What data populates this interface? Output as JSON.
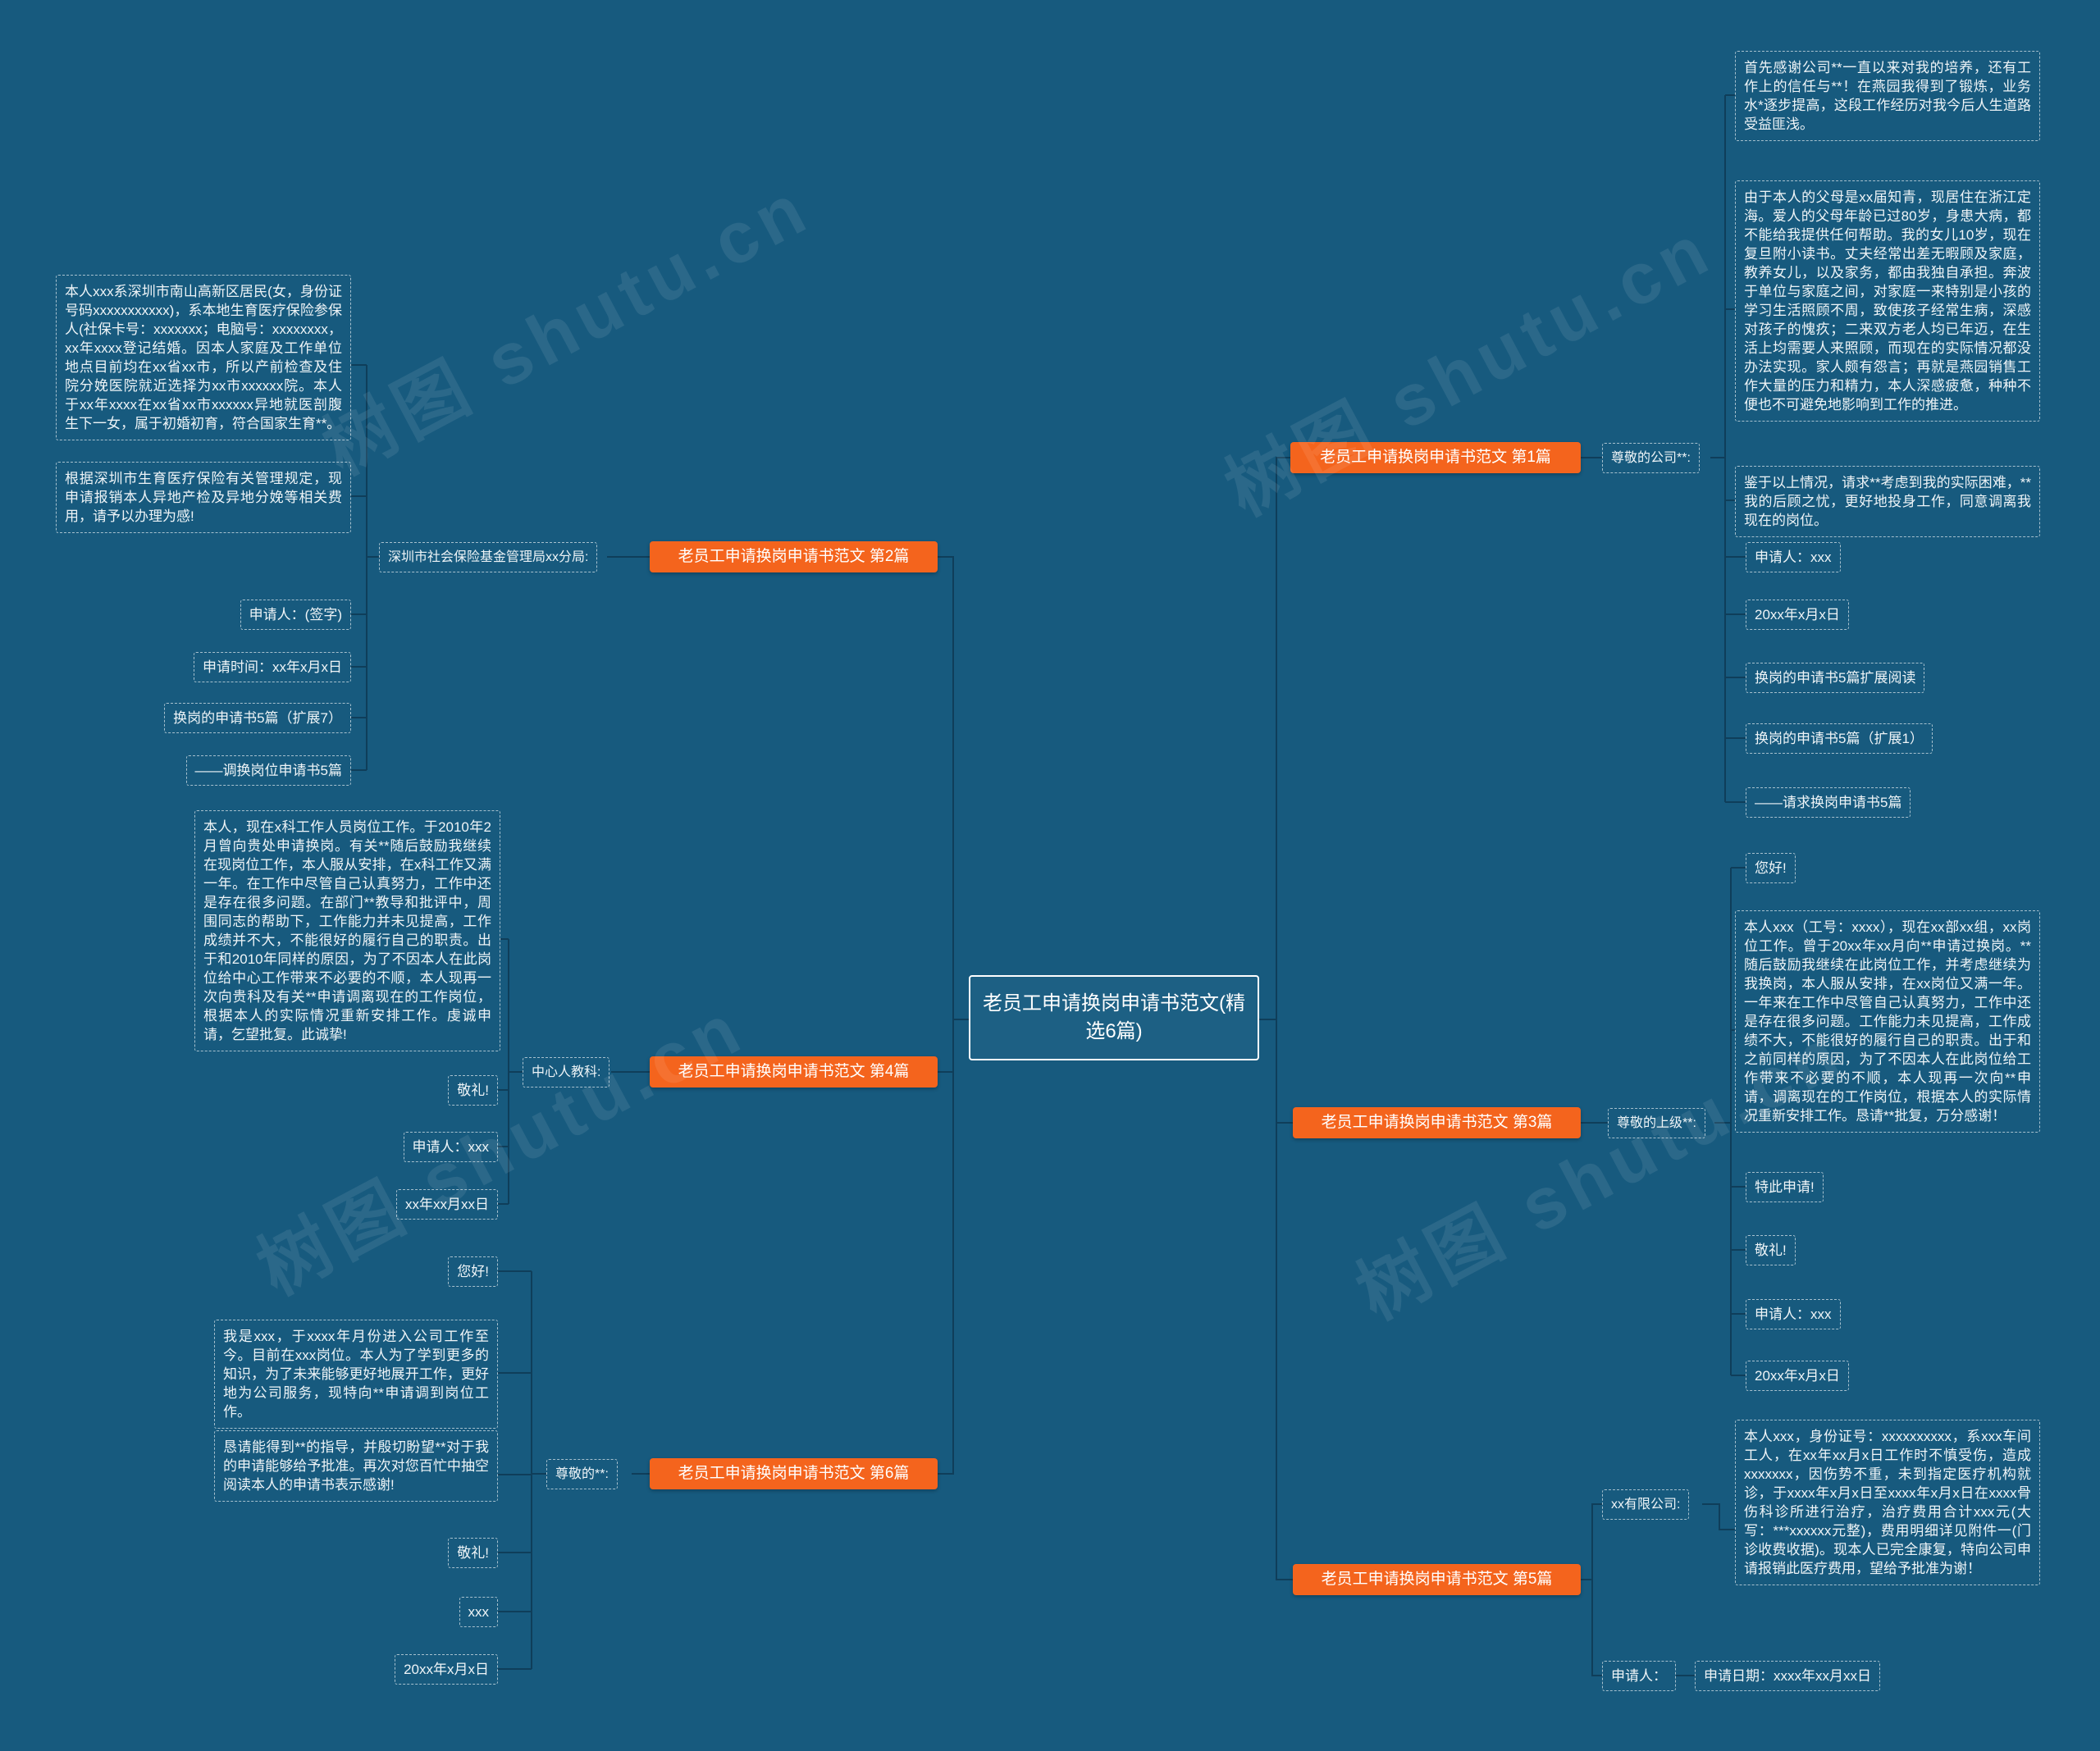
{
  "colors": {
    "background": "#175a7e",
    "accent": "#f4641d"
  },
  "watermark": "树图 shutu.cn",
  "center": {
    "title": "老员工申请换岗申请书范文(精选6篇)"
  },
  "b1": {
    "title": "老员工申请换岗申请书范文 第1篇",
    "label": "尊敬的公司**:",
    "p1": "首先感谢公司**一直以来对我的培养，还有工作上的信任与**！在燕园我得到了锻炼，业务水*逐步提高，这段工作经历对我今后人生道路受益匪浅。",
    "p2": "由于本人的父母是xx届知青，现居住在浙江定海。爱人的父母年龄已过80岁，身患大病，都不能给我提供任何帮助。我的女儿10岁，现在复旦附小读书。丈夫经常出差无暇顾及家庭，教养女儿，以及家务，都由我独自承担。奔波于单位与家庭之间，对家庭一来特别是小孩的学习生活照顾不周，致使孩子经常生病，深感对孩子的愧疚；二来双方老人均已年迈，在生活上均需要人来照顾，而现在的实际情况都没办法实现。家人颇有怨言；再就是燕园销售工作大量的压力和精力，本人深感疲惫，种种不便也不可避免地影响到工作的推进。",
    "p3": "鉴于以上情况，请求**考虑到我的实际困难，**我的后顾之忧，更好地投身工作，同意调离我现在的岗位。",
    "sign": "申请人：xxx",
    "date": "20xx年x月x日",
    "ext_read": "换岗的申请书5篇扩展阅读",
    "ext1": "换岗的申请书5篇（扩展1）",
    "ext2": "——请求换岗申请书5篇"
  },
  "b2": {
    "title": "老员工申请换岗申请书范文 第2篇",
    "label": "深圳市社会保险基金管理局xx分局:",
    "p1": "本人xxx系深圳市南山高新区居民(女，身份证号码xxxxxxxxxxx)，系本地生育医疗保险参保人(社保卡号：xxxxxxx；电脑号：xxxxxxxx，xx年xxxx登记结婚。因本人家庭及工作单位地点目前均在xx省xx市，所以产前检查及住院分娩医院就近选择为xx市xxxxxx院。本人于xx年xxxx在xx省xx市xxxxxx异地就医剖腹生下一女，属于初婚初育，符合国家生育**。",
    "p2": "根据深圳市生育医疗保险有关管理规定，现申请报销本人异地产检及异地分娩等相关费用，请予以办理为感!",
    "sign": "申请人：(签字)",
    "date": "申请时间：xx年x月x日",
    "ext1": "换岗的申请书5篇（扩展7）",
    "ext2": "——调换岗位申请书5篇"
  },
  "b3": {
    "title": "老员工申请换岗申请书范文 第3篇",
    "label": "尊敬的上级**:",
    "greeting": "您好!",
    "p1": "本人xxx（工号：xxxx），现在xx部xx组，xx岗位工作。曾于20xx年xx月向**申请过换岗。**随后鼓励我继续在此岗位工作，并考虑继续为我换岗，本人服从安排，在xx岗位又满一年。一年来在工作中尽管自己认真努力，工作中还是存在很多问题。工作能力未见提高，工作成绩不大，不能很好的履行自己的职责。出于和之前同样的原因，为了不因本人在此岗位给工作带来不必要的不顺，本人现再一次向**申请，调离现在的工作岗位，根据本人的实际情况重新安排工作。恳请**批复，万分感谢！",
    "extra": "特此申请!",
    "salute": "敬礼!",
    "sign": "申请人：xxx",
    "date": "20xx年x月x日"
  },
  "b4": {
    "title": "老员工申请换岗申请书范文 第4篇",
    "label": "中心人教科:",
    "p1": "本人，现在x科工作人员岗位工作。于2010年2月曾向贵处申请换岗。有关**随后鼓励我继续在现岗位工作，本人服从安排，在x科工作又满一年。在工作中尽管自己认真努力，工作中还是存在很多问题。在部门**教导和批评中，周围同志的帮助下，工作能力并未见提高，工作成绩并不大，不能很好的履行自己的职责。出于和2010年同样的原因，为了不因本人在此岗位给中心工作带来不必要的不顺，本人现再一次向贵科及有关**申请调离现在的工作岗位，根据本人的实际情况重新安排工作。虔诚申请，乞望批复。此诚挚!",
    "salute": "敬礼!",
    "sign": "申请人：xxx",
    "date": "xx年xx月xx日"
  },
  "b5": {
    "title": "老员工申请换岗申请书范文 第5篇",
    "label": "xx有限公司:",
    "p1": "本人xxx，身份证号：xxxxxxxxxx，系xxx车间工人，在xx年xx月x日工作时不慎受伤，造成xxxxxxx，因伤势不重，未到指定医疗机构就诊，于xxxx年x月x日至xxxx年x月x日在xxxx骨伤科诊所进行治疗，治疗费用合计xxx元(大写：***xxxxxx元整)，费用明细详见附件一(门诊收费收据)。现本人已完全康复，特向公司申请报销此医疗费用，望给予批准为谢！",
    "sign": "申请人：",
    "date": "申请日期：xxxx年xx月xx日"
  },
  "b6": {
    "title": "老员工申请换岗申请书范文 第6篇",
    "label": "尊敬的**:",
    "greeting": "您好!",
    "p1": "我是xxx，于xxxx年月份进入公司工作至今。目前在xxx岗位。本人为了学到更多的知识，为了未来能够更好地展开工作，更好地为公司服务，现特向**申请调到岗位工作。",
    "p2": "恳请能得到**的指导，并殷切盼望**对于我的申请能够给予批准。再次对您百忙中抽空阅读本人的申请书表示感谢!",
    "salute": "敬礼!",
    "sign": "xxx",
    "date": "20xx年x月x日"
  }
}
